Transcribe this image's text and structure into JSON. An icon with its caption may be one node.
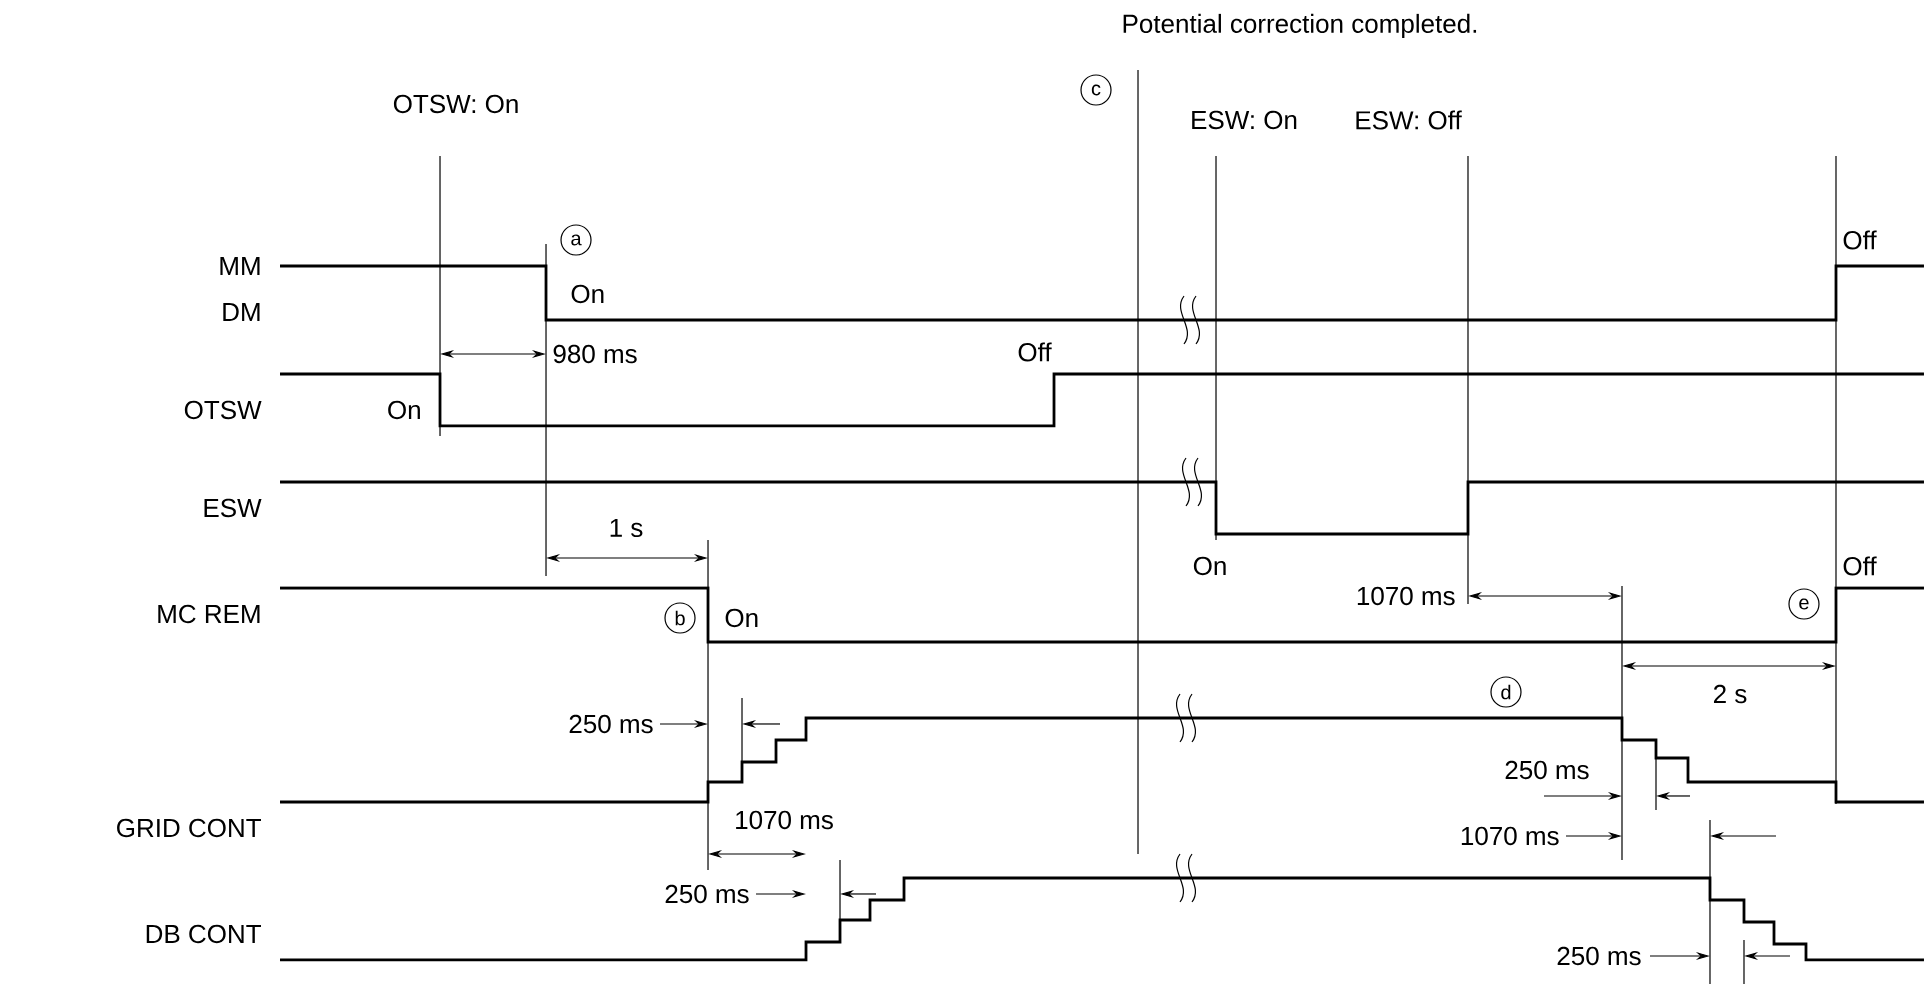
{
  "diagram": {
    "labels": [
      "Potential correction completed.",
      "OTSW: On",
      "c",
      "ESW: On",
      "ESW: Off",
      "a",
      "MM",
      "Off",
      "On",
      "DM",
      "980 ms",
      "Off",
      "OTSW",
      "On",
      "ESW",
      "1 s",
      "On",
      "1070 ms",
      "Off",
      "MC REM",
      "b",
      "On",
      "e",
      "d",
      "2 s",
      "250 ms",
      "GRID CONT",
      "250 ms",
      "1070 ms",
      "1070 ms",
      "250 ms",
      "DB CONT",
      "250 ms"
    ]
  }
}
